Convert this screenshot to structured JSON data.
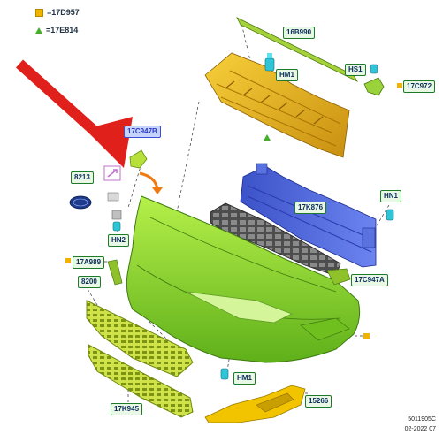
{
  "legend": {
    "row1": {
      "symbol": "yellow-square-icon",
      "text": "=17D957"
    },
    "row2": {
      "symbol": "green-triangle-icon",
      "text": "=17E814"
    }
  },
  "callouts": {
    "c_16B990": "16B990",
    "c_HM1_top": "HM1",
    "c_HS1": "HS1",
    "c_17C972": "17C972",
    "c_17C947B": "17C947B",
    "c_8213": "8213",
    "c_HN2": "HN2",
    "c_17K876": "17K876",
    "c_HN1": "HN1",
    "c_17A989": "17A989",
    "c_8200": "8200",
    "c_17C947A": "17C947A",
    "c_HM1_bottom": "HM1",
    "c_17K945": "17K945",
    "c_15266": "15266"
  },
  "footer": {
    "ref": "5011905C",
    "date": "02-2022 07"
  },
  "colors": {
    "arrow": "#e0201a",
    "bumper": "#8fdc2a",
    "absorber": "#e6b020",
    "reinforcement": "#4a62d8",
    "grille": "#b9d62a",
    "fog_bezel": "#f2c400",
    "clip": "#2fc4d6",
    "ford_badge": "#1d3a8c"
  }
}
